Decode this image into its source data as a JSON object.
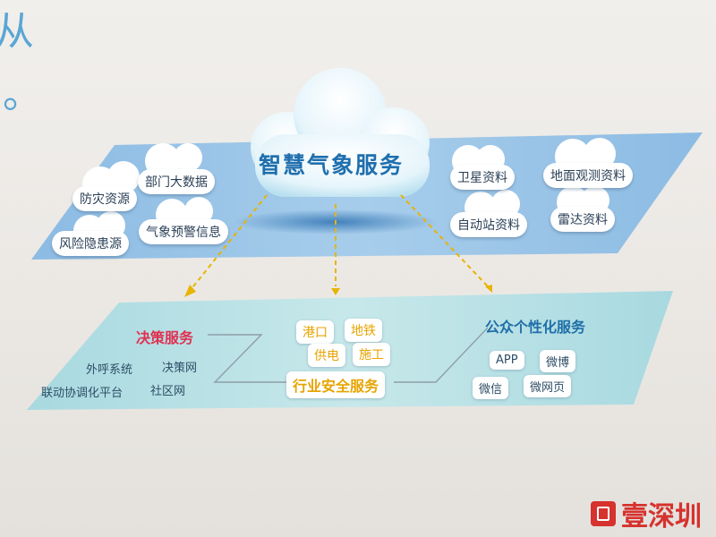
{
  "background_text": {
    "line1": "从",
    "line2": "Ⅰ。"
  },
  "cloud_title": "智慧气象服务",
  "top_left_bubbles": [
    "部门大数据",
    "防灾资源",
    "风险隐患源",
    "气象预警信息"
  ],
  "top_right_bubbles": [
    "卫星资料",
    "地面观测资料",
    "自动站资料",
    "雷达资料"
  ],
  "decision": {
    "title": "决策服务",
    "items": [
      "外呼系统",
      "决策网",
      "联动协调化平台",
      "社区网"
    ]
  },
  "industry": {
    "title": "行业安全服务",
    "items": [
      "港口",
      "地铁",
      "供电",
      "施工"
    ]
  },
  "public": {
    "title": "公众个性化服务",
    "items": [
      "APP",
      "微博",
      "微信",
      "微网页"
    ]
  },
  "logo": {
    "text": "壹深圳"
  },
  "colors": {
    "panel_blue": "#8fbfe6",
    "panel_teal": "#bfe3e6",
    "accent_orange": "#e7a400",
    "accent_red": "#e03050",
    "title_blue": "#1f6fae"
  }
}
